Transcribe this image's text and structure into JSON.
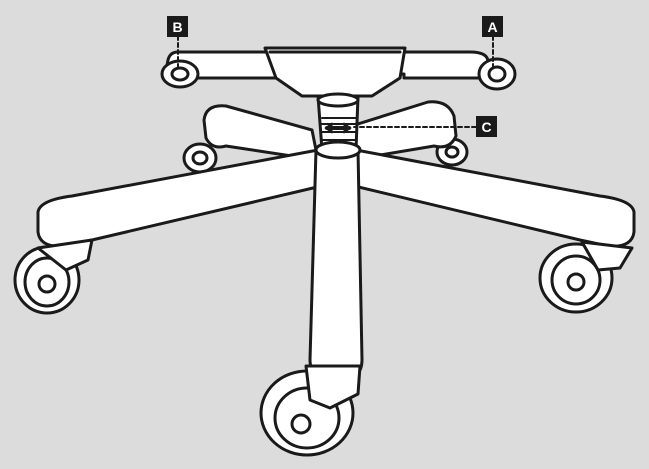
{
  "figure": {
    "background_color": "#dcdcdc",
    "line_color": "#1a1a1a",
    "part_fill": "#ffffff",
    "callouts": {
      "a": "A",
      "b": "B",
      "c": "C"
    },
    "icons": {
      "height_adjust": "left-right-arrow-icon"
    }
  }
}
